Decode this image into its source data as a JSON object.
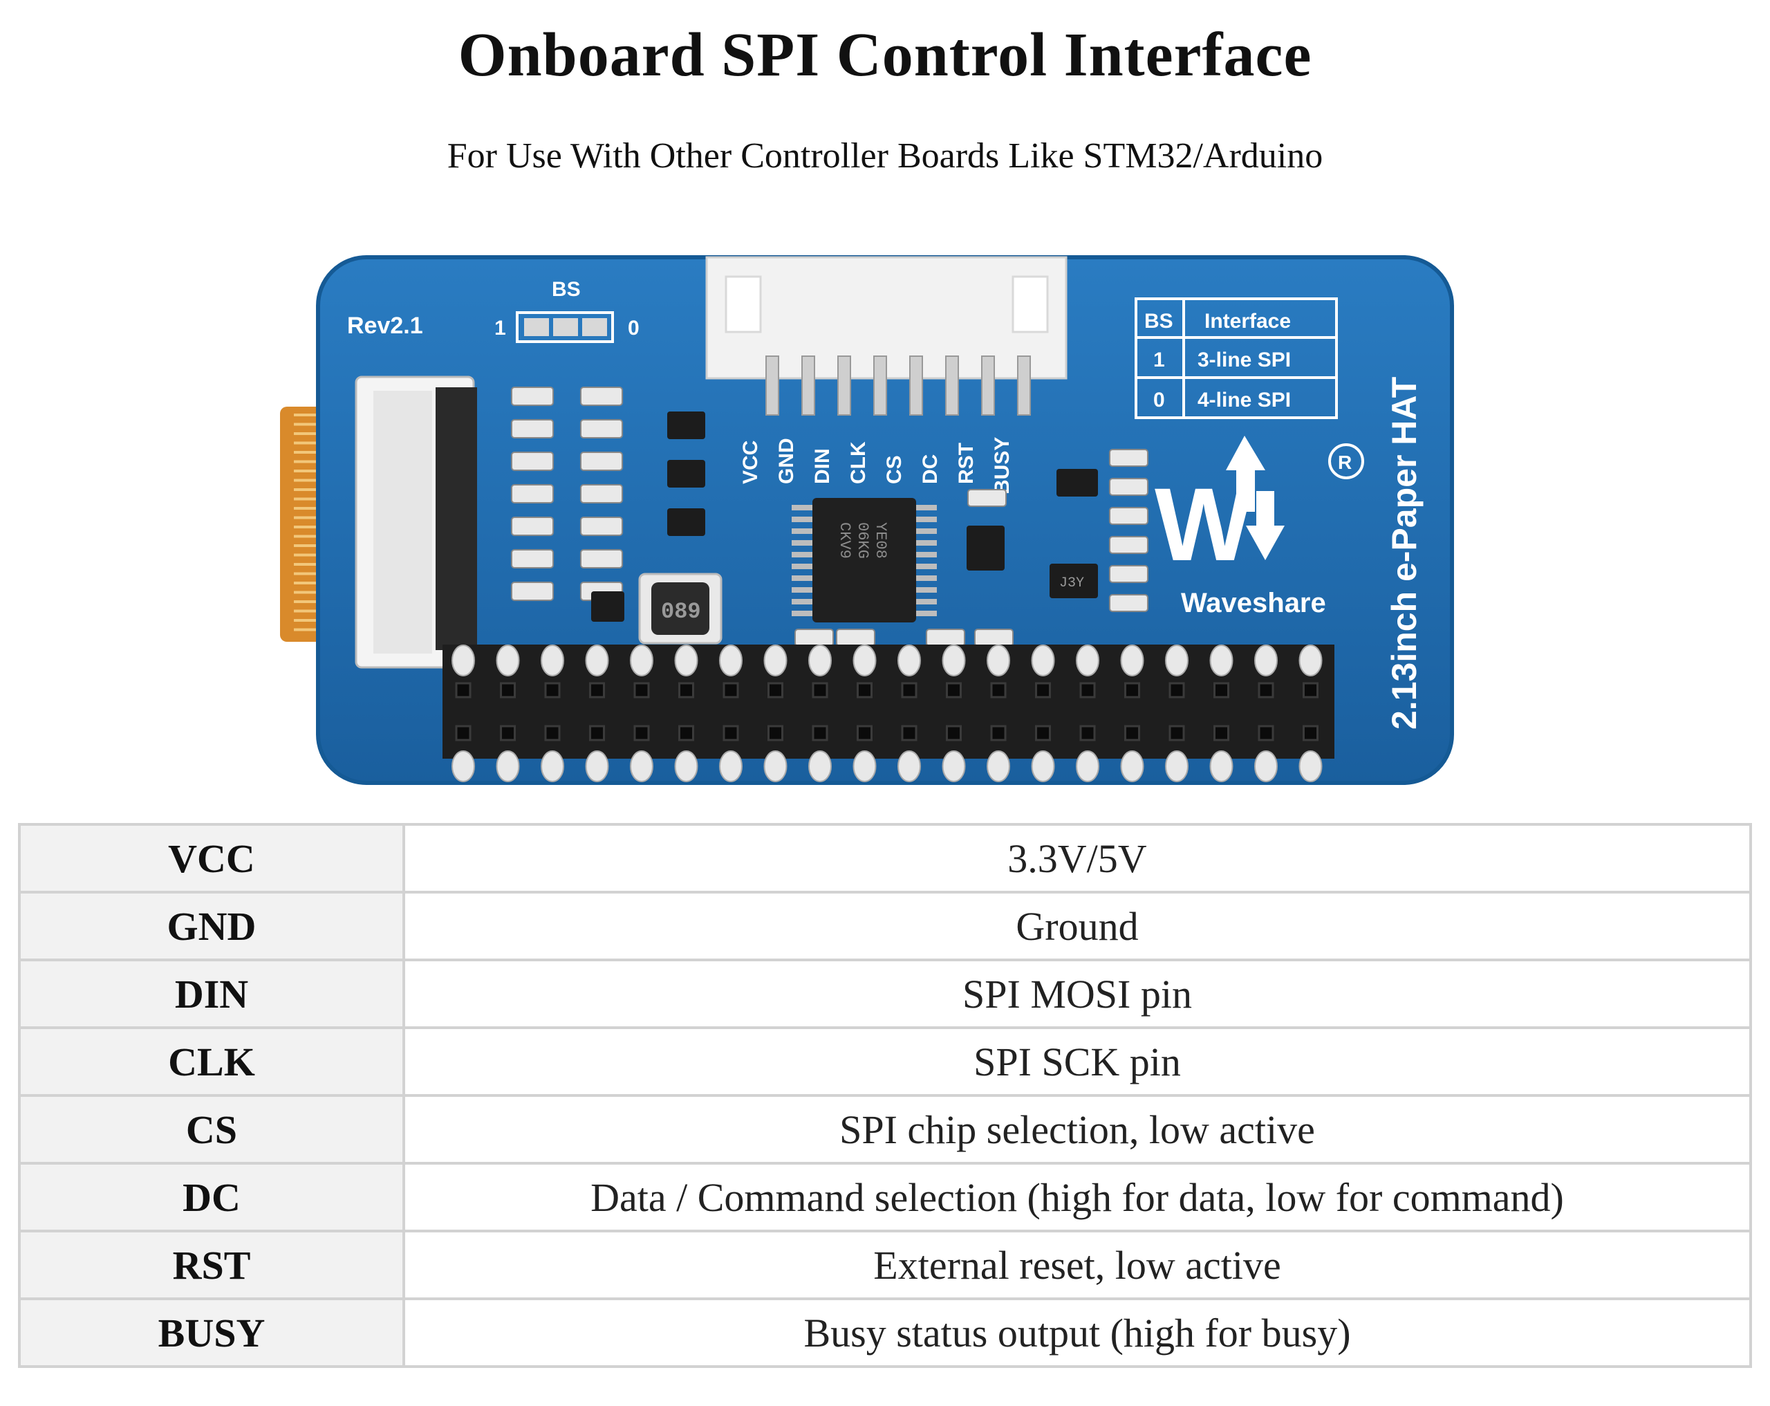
{
  "title": "Onboard SPI Control Interface",
  "subtitle": "For Use With Other Controller Boards Like STM32/Arduino",
  "board": {
    "revision": "Rev2.1",
    "bs_label": "BS",
    "bs_left": "1",
    "bs_right": "0",
    "header_pins": [
      "VCC",
      "GND",
      "DIN",
      "CLK",
      "CS",
      "DC",
      "RST",
      "BUSY"
    ],
    "bs_table": {
      "headers": [
        "BS",
        "Interface"
      ],
      "rows": [
        [
          "1",
          "3-line SPI"
        ],
        [
          "0",
          "4-line SPI"
        ]
      ]
    },
    "product_name": "2.13inch e-Paper HAT",
    "brand": "Waveshare",
    "inductor_marking": "089",
    "chip_marking_1": "YE08",
    "chip_marking_2": "06KG",
    "chip_marking_3": "CKV9",
    "transistor_marking": "J3Y"
  },
  "pins": [
    {
      "name": "VCC",
      "description": "3.3V/5V"
    },
    {
      "name": "GND",
      "description": "Ground"
    },
    {
      "name": "DIN",
      "description": "SPI MOSI pin"
    },
    {
      "name": "CLK",
      "description": "SPI SCK pin"
    },
    {
      "name": "CS",
      "description": "SPI chip selection, low active"
    },
    {
      "name": "DC",
      "description": "Data / Command selection (high for data, low for command)"
    },
    {
      "name": "RST",
      "description": "External reset, low active"
    },
    {
      "name": "BUSY",
      "description": "Busy status output (high for busy)"
    }
  ],
  "colors": {
    "pcb_blue": "#1f6fb5",
    "pcb_edge": "#155a95",
    "flex_cable": "#d98a2b",
    "table_border": "#d2d2d2",
    "name_cell_bg": "#f2f2f2"
  }
}
